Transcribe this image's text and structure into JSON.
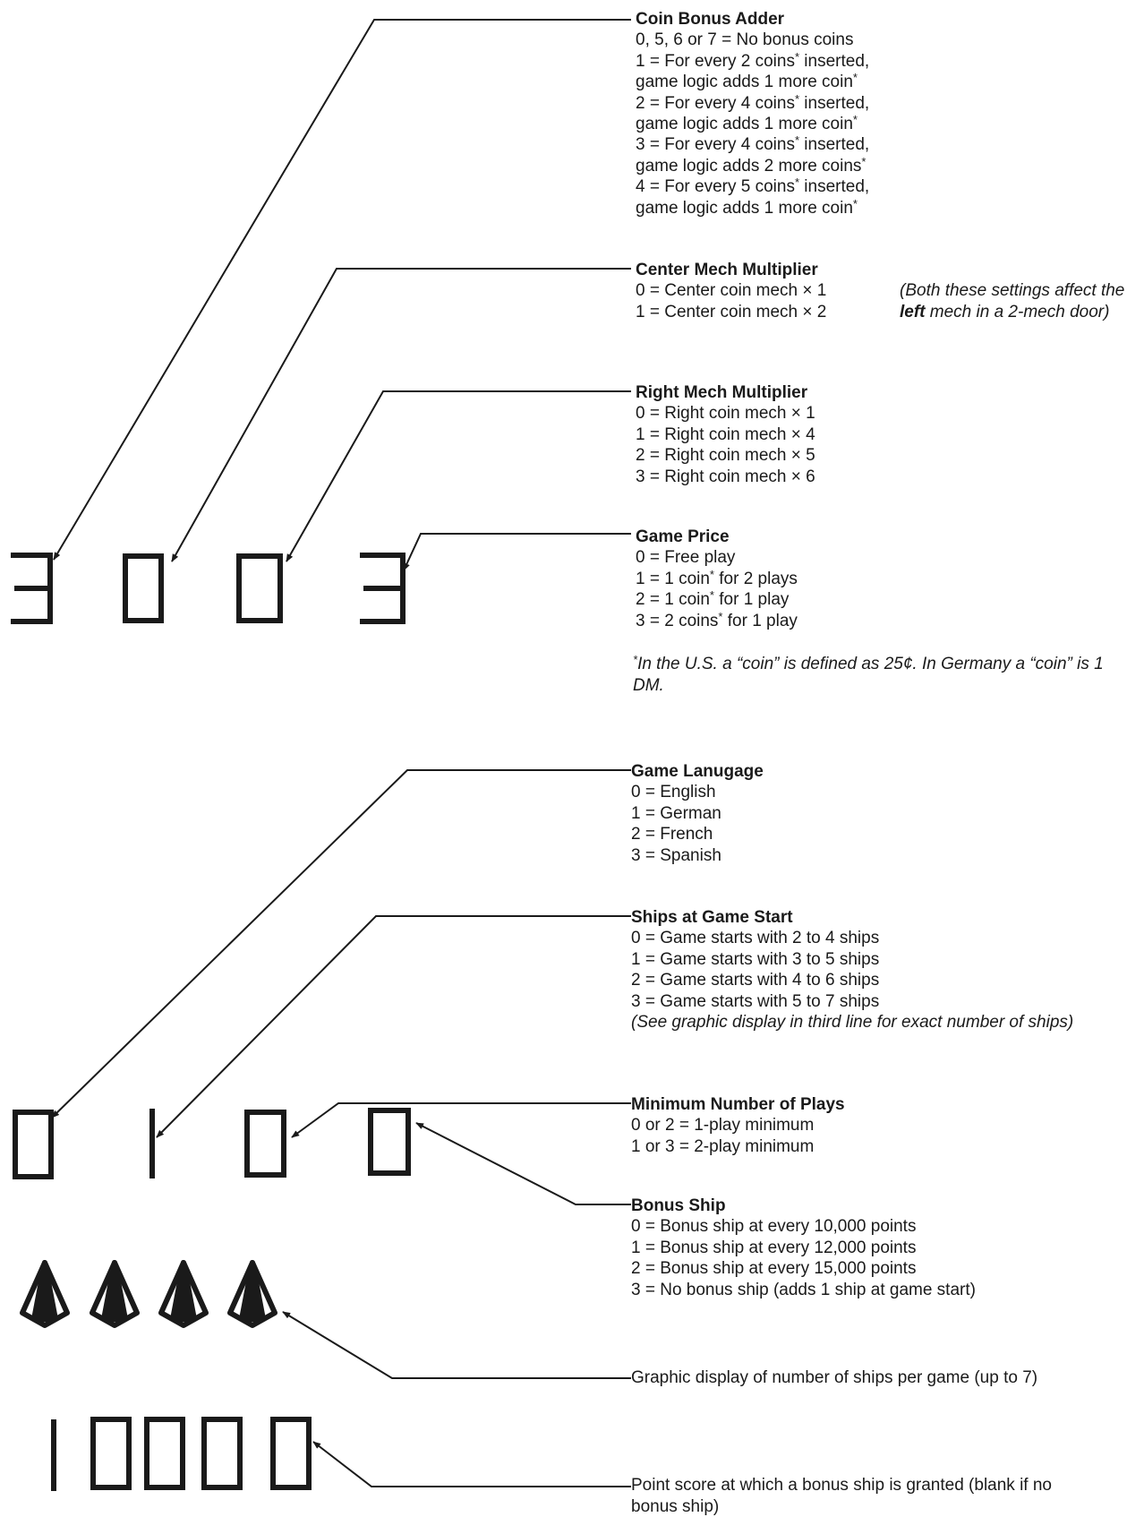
{
  "colors": {
    "ink": "#1a1a1a",
    "paper": "#ffffff"
  },
  "display_top": {
    "digits": [
      "3",
      "0",
      "0",
      "3"
    ]
  },
  "display_bottom": {
    "digits": [
      "0",
      "1",
      "0",
      "0"
    ]
  },
  "ships_row": {
    "icon": "ship-icon",
    "count": 4
  },
  "bonus_score": {
    "digits": [
      "1",
      "0",
      "0",
      "0",
      "0"
    ]
  },
  "coin_bonus_adder": {
    "title": "Coin Bonus Adder",
    "lines": [
      "0, 5, 6 or 7 = No bonus coins",
      "1 = For every 2 coins* inserted,",
      "game logic adds 1 more coin*",
      "2 = For every 4 coins* inserted,",
      "game logic adds 1 more coin*",
      "3 = For every 4 coins* inserted,",
      "game logic adds 2 more coins*",
      "4 = For every 5 coins* inserted,",
      "game logic adds 1 more coin*"
    ]
  },
  "center_mech": {
    "title": "Center Mech Multiplier",
    "lines": [
      "0 = Center coin mech × 1",
      "1 = Center coin mech × 2"
    ],
    "note": "(Both these settings affect the left mech in a 2-mech door)"
  },
  "right_mech": {
    "title": "Right Mech Multiplier",
    "lines": [
      "0 = Right coin mech × 1",
      "1 = Right coin mech × 4",
      "2 = Right coin mech × 5",
      "3 = Right coin mech × 6"
    ]
  },
  "game_price": {
    "title": "Game Price",
    "lines": [
      "0 = Free play",
      "1 = 1 coin* for 2 plays",
      "2 = 1 coin* for 1 play",
      "3 = 2 coins* for 1 play"
    ],
    "footnote": "*In the U.S. a “coin” is defined as 25¢. In Germany a “coin” is 1 DM."
  },
  "game_language": {
    "title": "Game Lanugage",
    "lines": [
      "0 = English",
      "1 = German",
      "2 = French",
      "3 = Spanish"
    ]
  },
  "ships_start": {
    "title": "Ships at Game Start",
    "lines": [
      "0 = Game starts with 2 to 4 ships",
      "1 = Game starts with 3 to 5 ships",
      "2 = Game starts with 4 to 6 ships",
      "3 = Game starts with 5 to 7 ships"
    ],
    "note": "(See graphic display in third line for exact number of ships)"
  },
  "min_plays": {
    "title": "Minimum Number of Plays",
    "lines": [
      "0 or 2 = 1-play minimum",
      "1 or 3 = 2-play minimum"
    ]
  },
  "bonus_ship": {
    "title": "Bonus Ship",
    "lines": [
      "0 = Bonus ship at every 10,000 points",
      "1 = Bonus ship at every 12,000 points",
      "2 = Bonus ship at every 15,000 points",
      "3 = No bonus ship (adds 1 ship at game start)"
    ]
  },
  "graphic_display_label": "Graphic display of number of ships per game (up to 7)",
  "point_score_label": "Point score at which a bonus ship is granted (blank if no bonus ship)"
}
